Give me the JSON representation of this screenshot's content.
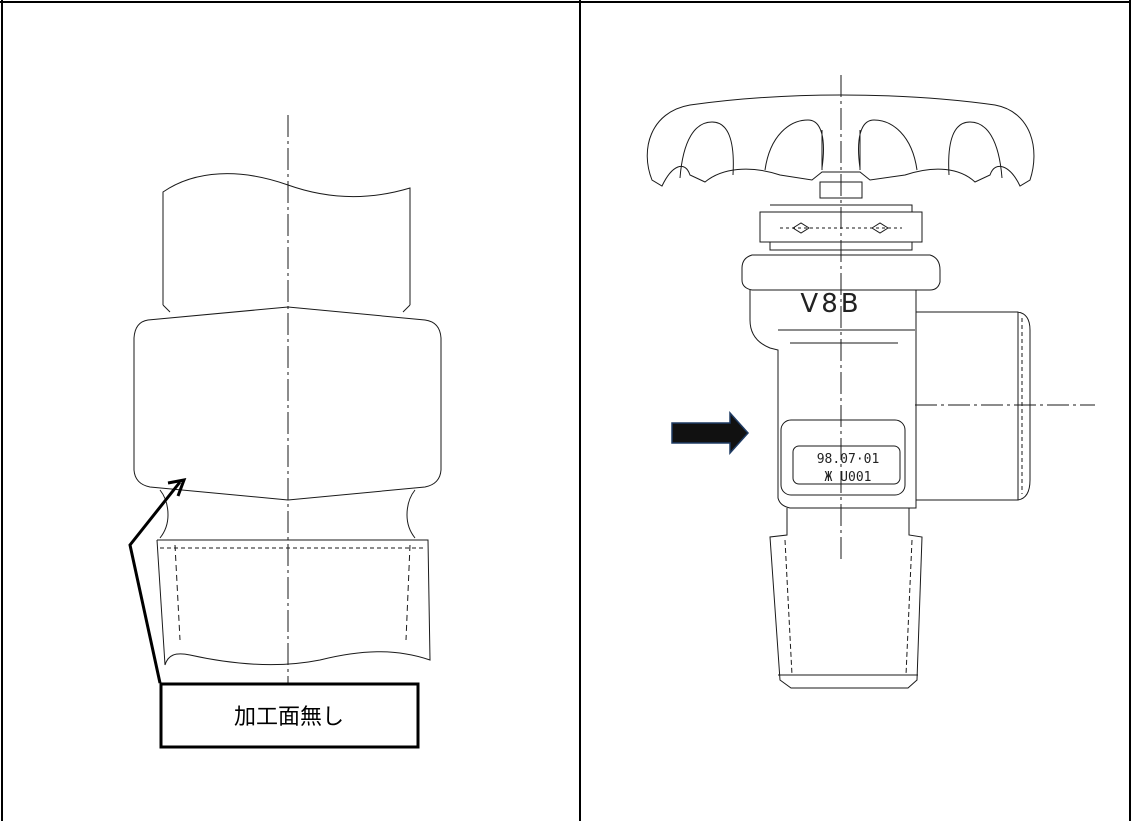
{
  "left_panel": {
    "callout_label": "加工面無し"
  },
  "right_panel": {
    "model_marking": "V8B",
    "stamp_line1": "98.07·01",
    "stamp_line2": "Ж  U001"
  },
  "colors": {
    "line": "#1a1a1a",
    "arrow_fill": "#111111",
    "arrow_edge": "#1f3b63"
  }
}
